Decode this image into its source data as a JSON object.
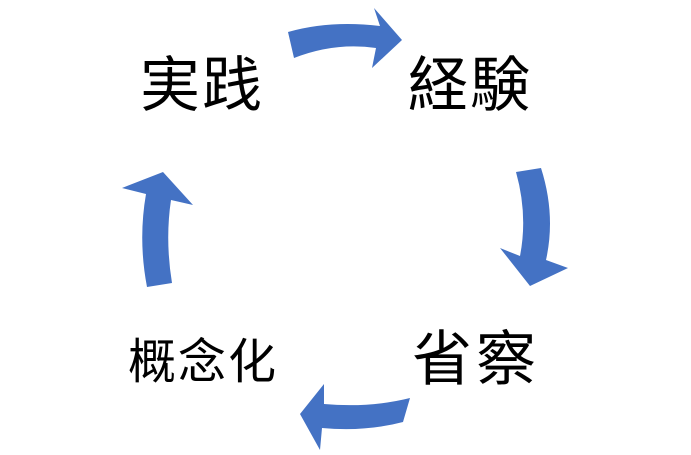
{
  "diagram": {
    "nodes": [
      {
        "id": "practice",
        "label": "実践"
      },
      {
        "id": "experience",
        "label": "経験"
      },
      {
        "id": "reflection",
        "label": "省察"
      },
      {
        "id": "concept",
        "label": "概念化"
      }
    ],
    "edges": [
      {
        "from": "practice",
        "to": "experience"
      },
      {
        "from": "experience",
        "to": "reflection"
      },
      {
        "from": "reflection",
        "to": "concept"
      },
      {
        "from": "concept",
        "to": "practice"
      }
    ],
    "arrow_color": "#4472c4",
    "text_color": "#000000"
  }
}
